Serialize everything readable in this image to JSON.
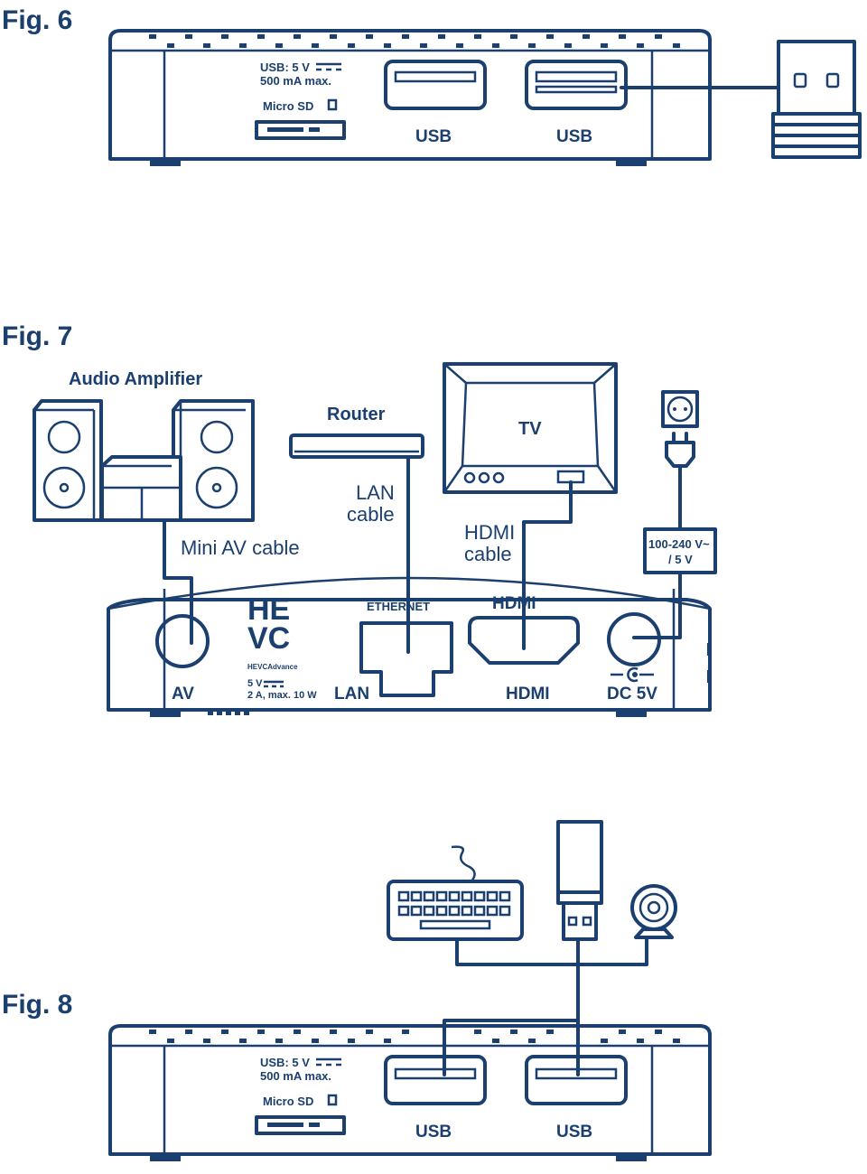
{
  "fig6": {
    "title": "Fig. 6",
    "usb_power_line1": "USB: 5 V",
    "usb_power_line2": "500 mA max.",
    "microsd_label": "Micro SD",
    "usb_port_1": "USB",
    "usb_port_2": "USB"
  },
  "fig7": {
    "title": "Fig. 7",
    "amplifier_label": "Audio Amplifier",
    "router_label": "Router",
    "tv_label": "TV",
    "lan_cable_line1": "LAN",
    "lan_cable_line2": "cable",
    "hdmi_cable_line1": "HDMI",
    "hdmi_cable_line2": "cable",
    "mini_av_cable": "Mini AV cable",
    "adapter_line1": "100-240 V~",
    "adapter_line2": "/ 5 V",
    "ethernet_label": "ETHERNET",
    "hdmi_logo": "HDMI",
    "hevc_logo_top": "HE",
    "hevc_logo_bottom": "VC",
    "hevc_sub": "HEVCAdvance",
    "power_line1": "5 V",
    "power_line2": "2 A, max. 10 W",
    "port_av": "AV",
    "port_lan": "LAN",
    "port_hdmi": "HDMI",
    "port_dc": "DC 5V"
  },
  "fig8": {
    "title": "Fig. 8",
    "usb_power_line1": "USB: 5 V",
    "usb_power_line2": "500 mA max.",
    "microsd_label": "Micro SD",
    "usb_port_1": "USB",
    "usb_port_2": "USB"
  },
  "colors": {
    "ink": "#1b3f6e",
    "background": "#ffffff"
  },
  "icons": [
    "usb-wifi-dongle-icon",
    "speaker-icon",
    "amplifier-icon",
    "router-icon",
    "tv-icon",
    "wall-socket-icon",
    "power-plug-icon",
    "power-adapter-icon",
    "keyboard-icon",
    "usb-stick-icon",
    "webcam-icon"
  ]
}
